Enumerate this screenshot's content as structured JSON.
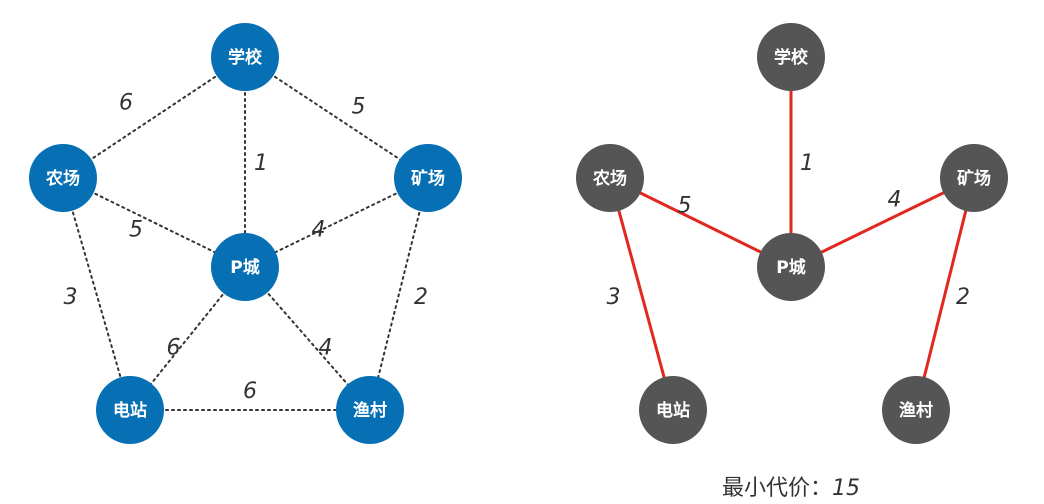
{
  "colors": {
    "left_node": "#0770b5",
    "right_node": "#555555",
    "dotted_edge": "#333333",
    "mst_edge": "#e0281e"
  },
  "left_graph": {
    "nodes": [
      {
        "id": "school",
        "label": "学校"
      },
      {
        "id": "farm",
        "label": "农场"
      },
      {
        "id": "mine",
        "label": "矿场"
      },
      {
        "id": "pcity",
        "label": "P城"
      },
      {
        "id": "power",
        "label": "电站"
      },
      {
        "id": "fishing",
        "label": "渔村"
      }
    ],
    "edges": [
      {
        "from": "school",
        "to": "farm",
        "weight": "6"
      },
      {
        "from": "school",
        "to": "mine",
        "weight": "5"
      },
      {
        "from": "school",
        "to": "pcity",
        "weight": "1"
      },
      {
        "from": "farm",
        "to": "pcity",
        "weight": "5"
      },
      {
        "from": "mine",
        "to": "pcity",
        "weight": "4"
      },
      {
        "from": "farm",
        "to": "power",
        "weight": "3"
      },
      {
        "from": "mine",
        "to": "fishing",
        "weight": "2"
      },
      {
        "from": "pcity",
        "to": "power",
        "weight": "6"
      },
      {
        "from": "pcity",
        "to": "fishing",
        "weight": "4"
      },
      {
        "from": "power",
        "to": "fishing",
        "weight": "6"
      }
    ]
  },
  "right_graph": {
    "nodes": [
      {
        "id": "school",
        "label": "学校"
      },
      {
        "id": "farm",
        "label": "农场"
      },
      {
        "id": "mine",
        "label": "矿场"
      },
      {
        "id": "pcity",
        "label": "P城"
      },
      {
        "id": "power",
        "label": "电站"
      },
      {
        "id": "fishing",
        "label": "渔村"
      }
    ],
    "edges": [
      {
        "from": "school",
        "to": "pcity",
        "weight": "1"
      },
      {
        "from": "farm",
        "to": "pcity",
        "weight": "5"
      },
      {
        "from": "mine",
        "to": "pcity",
        "weight": "4"
      },
      {
        "from": "farm",
        "to": "power",
        "weight": "3"
      },
      {
        "from": "mine",
        "to": "fishing",
        "weight": "2"
      }
    ]
  },
  "min_cost": {
    "label": "最小代价：",
    "value": "15"
  }
}
